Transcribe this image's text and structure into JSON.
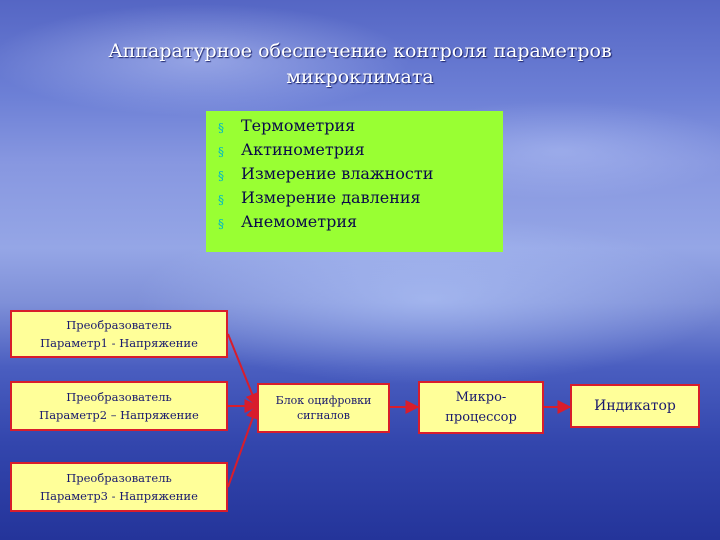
{
  "slide": {
    "title_line1": "Аппаратурное обеспечение контроля параметров",
    "title_line2": "микроклимата"
  },
  "methods": {
    "bullet_glyph": "§",
    "items": [
      "Термометрия",
      "Актинометрия",
      "Измерение влажности",
      "Измерение давления",
      "Анемометрия"
    ]
  },
  "blocks": {
    "converter1": {
      "line1": "Преобразователь",
      "line2": "Параметр1 - Напряжение"
    },
    "converter2": {
      "line1": "Преобразователь",
      "line2": "Параметр2 – Напряжение"
    },
    "converter3": {
      "line1": "Преобразователь",
      "line2": "Параметр3 - Напряжение"
    },
    "digitizer": {
      "line1": "Блок оцифровки",
      "line2": "сигналов"
    },
    "microprocessor": {
      "line1": "Микро-",
      "line2": "процессор"
    },
    "indicator": {
      "label": "Индикатор"
    }
  },
  "colors": {
    "methods_box": "#99ff33",
    "block_fill": "#ffff99",
    "block_border": "#d81d2c",
    "connector": "#d81d2c",
    "bullet": "#00b7c8"
  }
}
